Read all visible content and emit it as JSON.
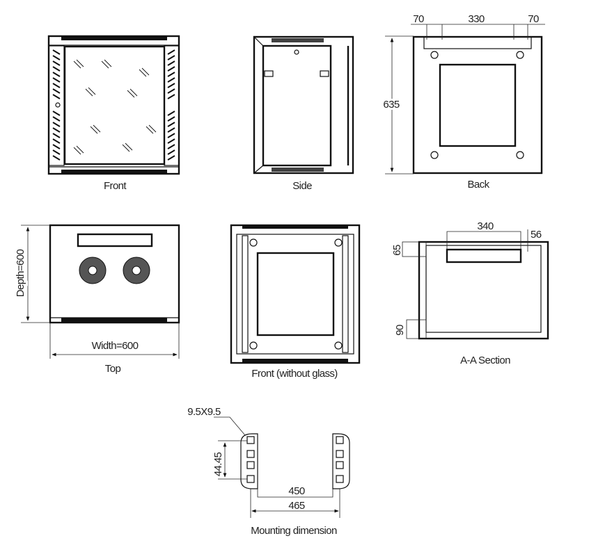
{
  "views": {
    "front": {
      "label": "Front"
    },
    "side": {
      "label": "Side"
    },
    "back": {
      "label": "Back",
      "dims": {
        "left_margin": "70",
        "center": "330",
        "right_margin": "70",
        "height": "635"
      }
    },
    "top": {
      "label": "Top",
      "dims": {
        "depth": "Depth=600",
        "width": "Width=600"
      }
    },
    "front_no_glass": {
      "label": "Front (without glass)"
    },
    "section": {
      "label": "A-A Section",
      "dims": {
        "slot_width": "340",
        "offset": "56",
        "top": "65",
        "bottom": "90"
      }
    },
    "mounting": {
      "label": "Mounting dimension",
      "dims": {
        "hole": "9.5X9.5",
        "pitch": "44.45",
        "inner": "450",
        "outer": "465"
      }
    }
  },
  "colors": {
    "line": "#111111",
    "background": "#ffffff"
  }
}
